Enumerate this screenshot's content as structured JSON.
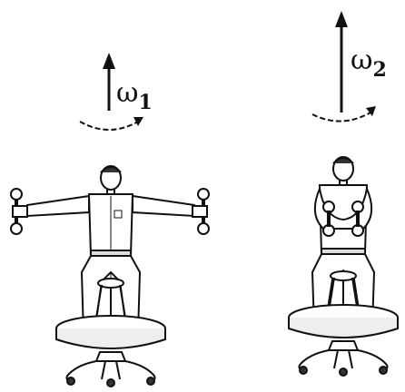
{
  "figure": {
    "left_panel": {
      "symbol": "ω",
      "subscript": "1",
      "depiction": "person-arms-extended-holding-dumbbells-on-rotating-stool"
    },
    "right_panel": {
      "symbol": "ω",
      "subscript": "2",
      "depiction": "person-arms-folded-holding-dumbbells-on-rotating-stool"
    },
    "colors": {
      "ink": "#111111",
      "background": "#ffffff"
    }
  }
}
